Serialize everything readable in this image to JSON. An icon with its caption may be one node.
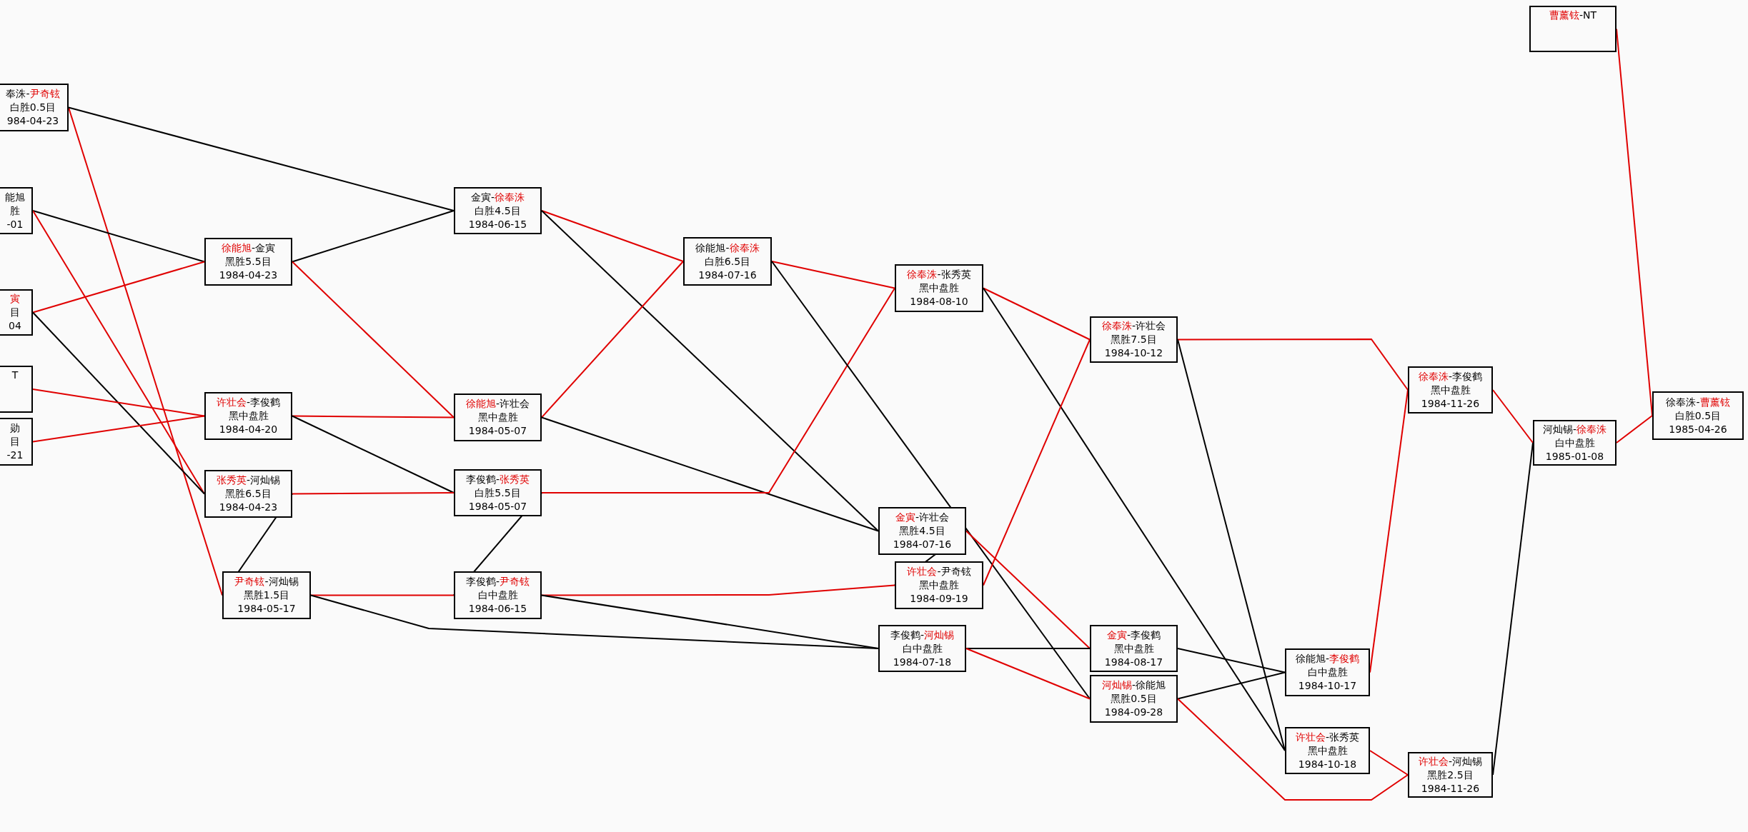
{
  "diagram": {
    "nodes": [
      {
        "text": [
          "奉洙-尹奇铉",
          "白胜0.5目",
          "984-04-23"
        ]
      },
      {
        "text": [
          "能旭",
          "胜",
          "-01"
        ]
      },
      {
        "text": [
          "寅",
          "目",
          "04"
        ]
      },
      {
        "text": [
          "T"
        ]
      },
      {
        "text": [
          "勋",
          "目",
          "-21"
        ]
      },
      {
        "text": [
          "徐能旭-金寅",
          "黑胜5.5目",
          "1984-04-23"
        ]
      },
      {
        "text": [
          "许壮会-李俊鹤",
          "黑中盘胜",
          "1984-04-20"
        ]
      },
      {
        "text": [
          "张秀英-河灿锡",
          "黑胜6.5目",
          "1984-04-23"
        ]
      },
      {
        "text": [
          "尹奇铉-河灿锡",
          "黑胜1.5目",
          "1984-05-17"
        ]
      },
      {
        "text": [
          "金寅-徐奉洙",
          "白胜4.5目",
          "1984-06-15"
        ]
      },
      {
        "text": [
          "徐能旭-许壮会",
          "黑中盘胜",
          "1984-05-07"
        ]
      },
      {
        "text": [
          "李俊鹤-张秀英",
          "白胜5.5目",
          "1984-05-07"
        ]
      },
      {
        "text": [
          "李俊鹤-尹奇铉",
          "白中盘胜",
          "1984-06-15"
        ]
      },
      {
        "text": [
          "徐能旭-徐奉洙",
          "白胜6.5目",
          "1984-07-16"
        ]
      },
      {
        "text": [
          "徐奉洙-张秀英",
          "黑中盘胜",
          "1984-08-10"
        ]
      },
      {
        "text": [
          "金寅-许壮会",
          "黑胜4.5目",
          "1984-07-16"
        ]
      },
      {
        "text": [
          "许壮会-尹奇铉",
          "黑中盘胜",
          "1984-09-19"
        ]
      },
      {
        "text": [
          "李俊鹤-河灿锡",
          "白中盘胜",
          "1984-07-18"
        ]
      },
      {
        "text": [
          "徐奉洙-许壮会",
          "黑胜7.5目",
          "1984-10-12"
        ]
      },
      {
        "text": [
          "金寅-李俊鹤",
          "黑中盘胜",
          "1984-08-17"
        ]
      },
      {
        "text": [
          "河灿锡-徐能旭",
          "黑胜0.5目",
          "1984-09-28"
        ]
      },
      {
        "text": [
          "徐能旭-李俊鹤",
          "白中盘胜",
          "1984-10-17"
        ]
      },
      {
        "text": [
          "许壮会-张秀英",
          "黑中盘胜",
          "1984-10-18"
        ]
      },
      {
        "text": [
          "徐奉洙-李俊鹤",
          "黑中盘胜",
          "1984-11-26"
        ]
      },
      {
        "text": [
          "许壮会-河灿锡",
          "黑胜2.5目",
          "1984-11-26"
        ]
      },
      {
        "text": [
          "曹薰铉-NT"
        ]
      },
      {
        "text": [
          "河灿锡-徐奉洙",
          "白中盘胜",
          "1985-01-08"
        ]
      },
      {
        "text": [
          "徐奉洙-曹薰铉",
          "白胜0.5目",
          "1985-04-26"
        ]
      }
    ],
    "edges": [
      {
        "from": 0,
        "to": 8,
        "arrow": "none"
      },
      {
        "from": 0,
        "to": 9,
        "arrow": "none",
        "color": "#000000"
      },
      {
        "from": 1,
        "to": 5,
        "arrow": "none",
        "color": "#000000"
      },
      {
        "from": 1,
        "to": 7,
        "arrow": "none"
      },
      {
        "from": 2,
        "to": 5,
        "arrow": "none"
      },
      {
        "from": 2,
        "to": 7,
        "arrow": "none",
        "color": "#000000"
      },
      {
        "from": 3,
        "to": 6,
        "arrow": "none"
      },
      {
        "from": 4,
        "to": 6,
        "arrow": "none"
      },
      {
        "from": 5,
        "to": 9,
        "arrow": "none",
        "color": "#000000"
      },
      {
        "from": 5,
        "to": 10,
        "arrow": "none"
      },
      {
        "from": 6,
        "to": 10,
        "arrow": "none"
      },
      {
        "from": 6,
        "to": 11,
        "arrow": "none",
        "color": "#000000"
      },
      {
        "from": 7,
        "to": 11,
        "arrow": "none"
      },
      {
        "from": 7,
        "to": 8,
        "arrow": "none",
        "color": "#000000"
      },
      {
        "from": 8,
        "to": 12,
        "arrow": "none"
      },
      {
        "from": 8,
        "to": 17,
        "arrow": "none",
        "color": "#000000"
      },
      {
        "from": 9,
        "to": 13,
        "arrow": "none"
      },
      {
        "from": 9,
        "to": 15,
        "arrow": "none",
        "color": "#000000"
      },
      {
        "from": 10,
        "to": 13,
        "arrow": "none"
      },
      {
        "from": 10,
        "to": 15,
        "arrow": "none",
        "color": "#000000"
      },
      {
        "from": 11,
        "to": 14,
        "arrow": "none"
      },
      {
        "from": 11,
        "to": 12,
        "arrow": "none",
        "color": "#000000"
      },
      {
        "from": 12,
        "to": 16,
        "arrow": "none"
      },
      {
        "from": 12,
        "to": 17,
        "arrow": "none",
        "color": "#000000"
      },
      {
        "from": 13,
        "to": 14,
        "arrow": "none"
      },
      {
        "from": 13,
        "to": 20,
        "arrow": "none",
        "color": "#000000"
      },
      {
        "from": 14,
        "to": 18,
        "arrow": "none"
      },
      {
        "from": 14,
        "to": 22,
        "arrow": "none",
        "color": "#000000"
      },
      {
        "from": 15,
        "to": 19,
        "arrow": "none"
      },
      {
        "from": 15,
        "to": 16,
        "arrow": "none",
        "color": "#000000"
      },
      {
        "from": 16,
        "to": 18,
        "arrow": "none"
      },
      {
        "from": 17,
        "to": 19,
        "arrow": "none",
        "color": "#000000"
      },
      {
        "from": 17,
        "to": 20,
        "arrow": "none"
      },
      {
        "from": 18,
        "to": 23,
        "arrow": "none"
      },
      {
        "from": 18,
        "to": 22,
        "arrow": "none",
        "color": "#000000"
      },
      {
        "from": 19,
        "to": 21,
        "arrow": "none",
        "color": "#000000"
      },
      {
        "from": 20,
        "to": 21,
        "arrow": "none",
        "color": "#000000"
      },
      {
        "from": 20,
        "to": 24,
        "arrow": "none"
      },
      {
        "from": 21,
        "to": 23,
        "arrow": "none"
      },
      {
        "from": 22,
        "to": 24,
        "arrow": "none"
      },
      {
        "from": 23,
        "to": 26,
        "arrow": "none"
      },
      {
        "from": 24,
        "to": 26,
        "arrow": "none",
        "color": "#000000"
      },
      {
        "from": 26,
        "to": 27,
        "arrow": "none"
      },
      {
        "from": 25,
        "to": 27,
        "arrow": "none"
      }
    ]
  }
}
